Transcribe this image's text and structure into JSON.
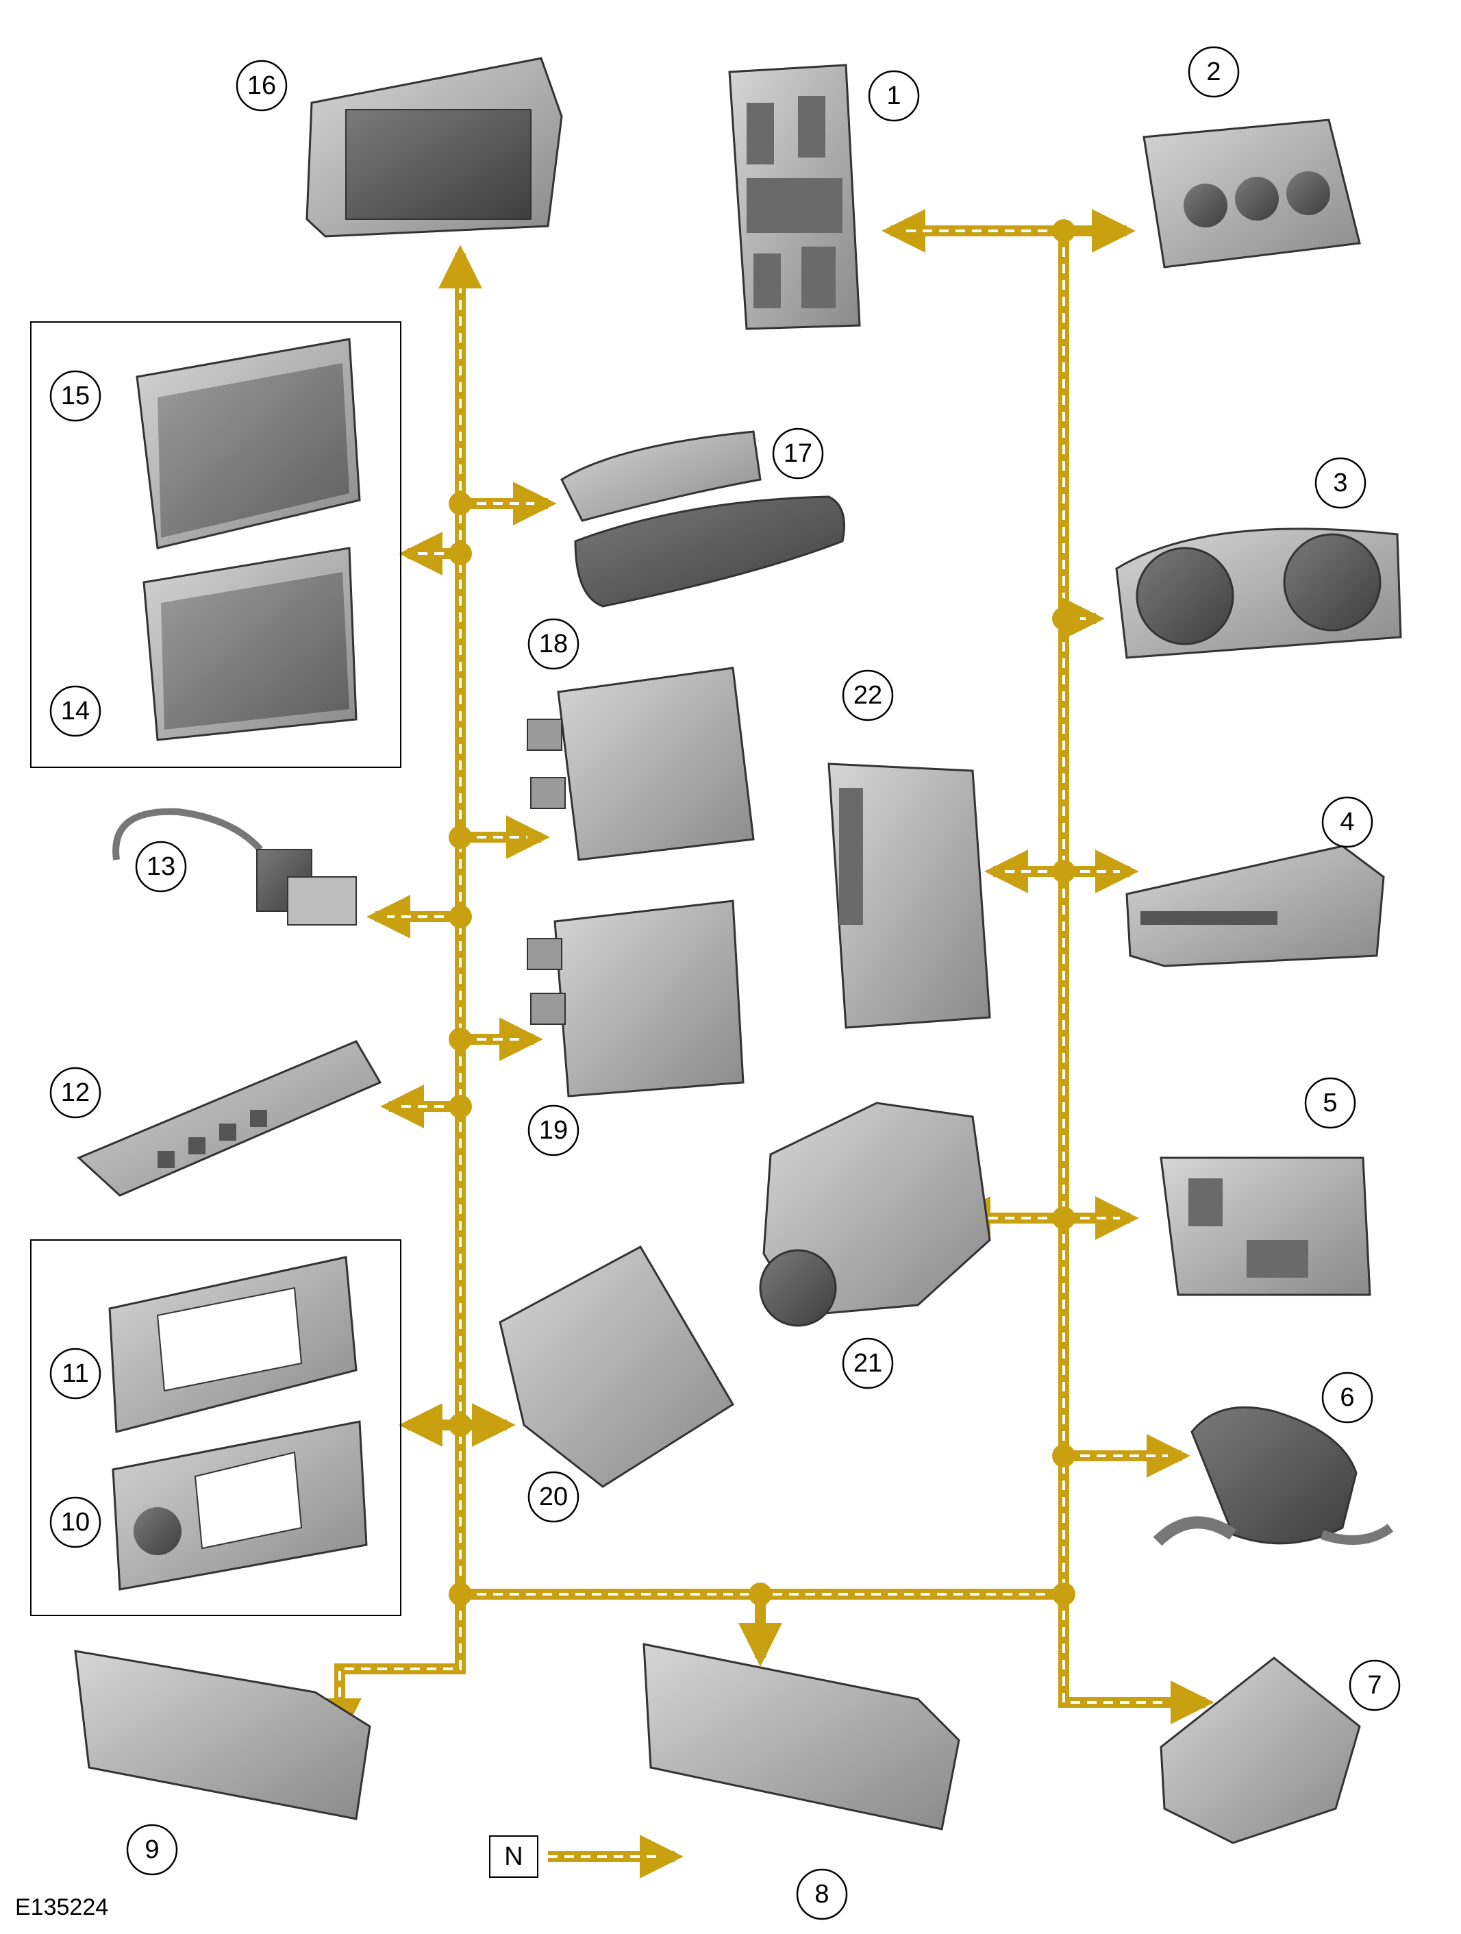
{
  "figure_id": "E135224",
  "legend_key": "N",
  "colors": {
    "network": "#C9A010",
    "network_dash": "#FFFFFF",
    "component": "#8E8E8E",
    "component_dark": "#5A5A5A"
  },
  "callouts": [
    "1",
    "2",
    "3",
    "4",
    "5",
    "6",
    "7",
    "8",
    "9",
    "10",
    "11",
    "12",
    "13",
    "14",
    "15",
    "16",
    "17",
    "18",
    "19",
    "20",
    "21",
    "22"
  ]
}
